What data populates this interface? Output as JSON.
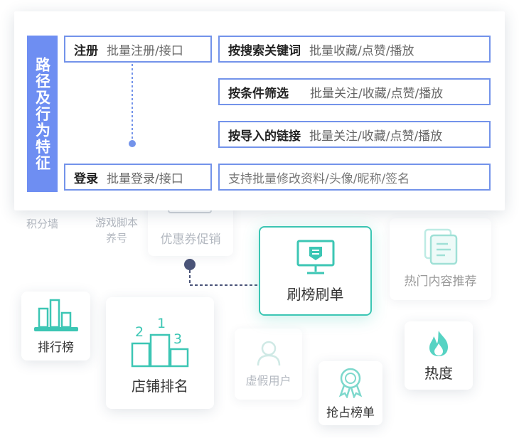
{
  "panel": {
    "title": "路径及行为特征",
    "register": {
      "title": "注册",
      "desc": "批量注册/接口"
    },
    "login": {
      "title": "登录",
      "desc": "批量登录/接口"
    },
    "rows": [
      {
        "title": "按搜索关键词",
        "desc": "批量收藏/点赞/播放"
      },
      {
        "title": "按条件筛选",
        "desc": "批量关注/收藏/点赞/播放"
      },
      {
        "title": "按导入的链接",
        "desc": "批量关注/收藏/点赞/播放"
      }
    ],
    "modify": "支持批量修改资料/头像/昵称/签名"
  },
  "background": {
    "jifen": "积分墙",
    "youxi": "游戏脚本养号"
  },
  "cards": {
    "youhui": "优惠券促销",
    "shuabang": "刷榜刷单",
    "remen": "热门内容推荐",
    "paihang": "排行榜",
    "dianpu": "店铺排名",
    "rank_numbers": [
      "1",
      "2",
      "3"
    ],
    "xujia": "虚假用户",
    "redu": "热度",
    "qiangzhan": "抢占榜单"
  },
  "colors": {
    "accent_blue": "#6e8ef2",
    "teal": "#3cc6b4",
    "connector": "#4a5478"
  }
}
